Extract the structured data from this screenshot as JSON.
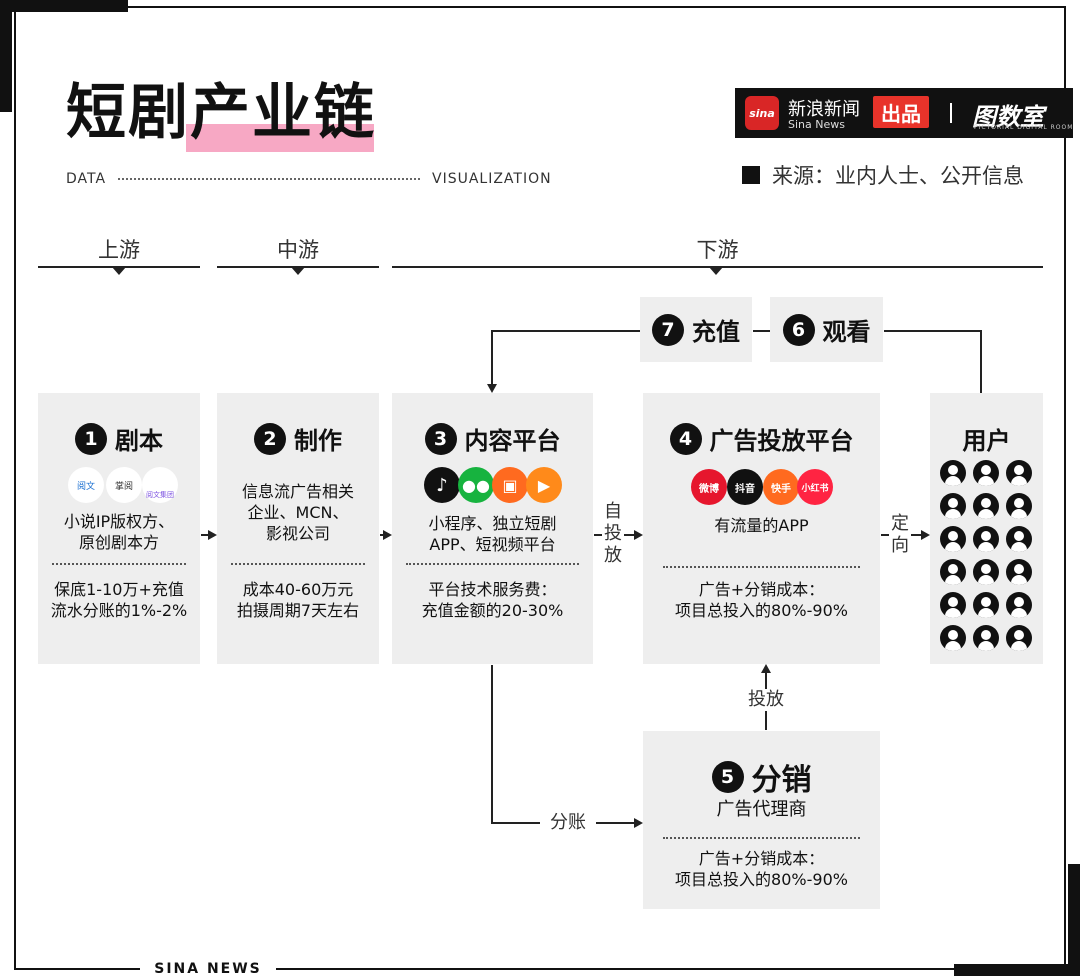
{
  "title": "短剧产业链",
  "data_label": "DATA",
  "viz_label": "VISUALIZATION",
  "brand": {
    "logo_text": "sina",
    "name_cn": "新浪新闻",
    "name_en": "Sina News",
    "produce": "出品",
    "sep": "|",
    "right_name": "图数室",
    "right_sub": "PICTORIAL DIGITAL ROOM"
  },
  "source": "来源：业内人士、公开信息",
  "stages": {
    "up": "上游",
    "mid": "中游",
    "down": "下游"
  },
  "nodes": {
    "n1": {
      "num": "1",
      "name": "剧本",
      "logos": [
        "阅文",
        "掌阅",
        "阅文集团"
      ],
      "desc": "小说IP版权方、\n原创剧本方",
      "fee": "保底1-10万+充值\n流水分账的1%-2%"
    },
    "n2": {
      "num": "2",
      "name": "制作",
      "desc": "信息流广告相关\n企业、MCN、\n影视公司",
      "fee": "成本40-60万元\n拍摄周期7天左右"
    },
    "n3": {
      "num": "3",
      "name": "内容平台",
      "desc": "小程序、独立短剧\nAPP、短视频平台",
      "fee": "平台技术服务费：\n充值金额的20-30%"
    },
    "n4": {
      "num": "4",
      "name": "广告投放平台",
      "logos": [
        "微博",
        "抖音",
        "快手",
        "小红书"
      ],
      "desc": "有流量的APP",
      "fee": "广告+分销成本：\n项目总投入的80%-90%"
    },
    "n5": {
      "num": "5",
      "name": "分销",
      "desc": "广告代理商",
      "fee": "广告+分销成本：\n项目总投入的80%-90%"
    },
    "n6": {
      "num": "6",
      "name": "观看"
    },
    "n7": {
      "num": "7",
      "name": "充值"
    },
    "user": {
      "name": "用户"
    }
  },
  "edges": {
    "self_deliver": "自\n投\n放",
    "target": "定\n向",
    "deliver": "投放",
    "split": "分账"
  },
  "footer": "SINA NEWS",
  "colors": {
    "accent_pink": "#f7a8c4",
    "brand_red": "#e8332a",
    "box_gray": "#eeeeee"
  }
}
